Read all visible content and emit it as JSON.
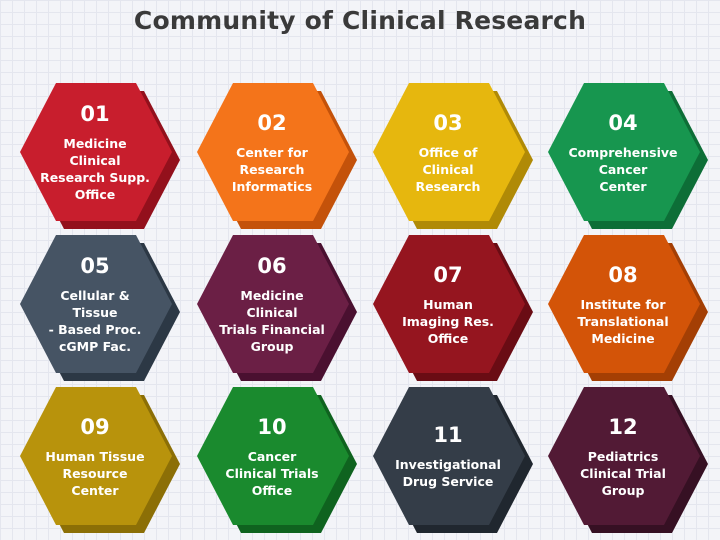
{
  "title": "Community of Clinical Research",
  "tiles": [
    {
      "number": "01",
      "label": "Medicine Clinical\nResearch Supp.\nOffice",
      "front": "#c81e2d",
      "back": "#93101c"
    },
    {
      "number": "02",
      "label": "Center for\nResearch\nInformatics",
      "front": "#f4741a",
      "back": "#c4520a"
    },
    {
      "number": "03",
      "label": "Office of\nClinical\nResearch",
      "front": "#e6b70e",
      "back": "#b08a06"
    },
    {
      "number": "04",
      "label": "Comprehensive\nCancer\nCenter",
      "front": "#17964f",
      "back": "#0d6e37"
    },
    {
      "number": "05",
      "label": "Cellular & Tissue\n- Based Proc.\ncGMP Fac.",
      "front": "#465464",
      "back": "#2c3845"
    },
    {
      "number": "06",
      "label": "Medicine Clinical\nTrials Financial\nGroup",
      "front": "#6b1f45",
      "back": "#4a1030"
    },
    {
      "number": "07",
      "label": "Human\nImaging Res.\nOffice",
      "front": "#95151f",
      "back": "#6a0c14"
    },
    {
      "number": "08",
      "label": "Institute for\nTranslational\nMedicine",
      "front": "#d35408",
      "back": "#a43f04"
    },
    {
      "number": "09",
      "label": "Human Tissue\nResource\nCenter",
      "front": "#b8930c",
      "back": "#8c6f06"
    },
    {
      "number": "10",
      "label": "Cancer\nClinical Trials\nOffice",
      "front": "#1a8a2e",
      "back": "#0f631f"
    },
    {
      "number": "11",
      "label": "Investigational\nDrug Service",
      "front": "#343d48",
      "back": "#20272f"
    },
    {
      "number": "12",
      "label": "Pediatrics\nClinical Trial\nGroup",
      "front": "#521a35",
      "back": "#361023"
    }
  ]
}
